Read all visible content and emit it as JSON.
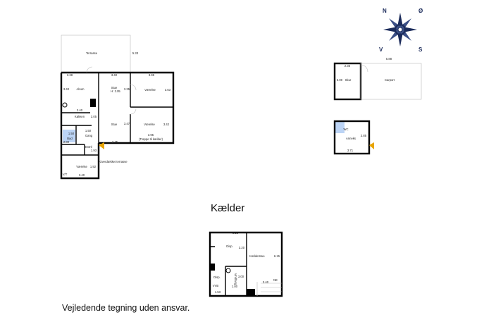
{
  "main_house": {
    "terrace": {
      "label": "Terrasse",
      "dim": "5.33"
    },
    "top_dims": [
      "3.38",
      "3.40",
      "3.95"
    ],
    "alrum": {
      "label": "Alrum",
      "dim": "3.40"
    },
    "stue_top": {
      "label": "Stue",
      "height": "H: 3.05",
      "dim": "3.35"
    },
    "vaerelse_1": {
      "label": "Værelse",
      "dim": "3.63"
    },
    "koekken": {
      "label": "Køkken",
      "dim_w": "3.40",
      "dim_h": "3.05"
    },
    "gang": {
      "label": "Gang",
      "dim": "1.50"
    },
    "bad": {
      "label": "Bad",
      "dim_w": "1.50",
      "dim_h": "2.80"
    },
    "stue_bottom": {
      "label": "Stue",
      "dim": "3.47",
      "dim_w": "2.45"
    },
    "vaerelse_2": {
      "label": "Værelse",
      "dim": "3.42",
      "dim_w": "3.95",
      "note": "(Trappe til kælder)"
    },
    "entre": {
      "label": "Entré",
      "dim": "1.93"
    },
    "covered_terrace": "Overdækket terrasse",
    "vaerelse_3": {
      "label": "Værelse",
      "dim": "1.92",
      "dim_w": "3.40"
    },
    "vt": "V/T"
  },
  "outbuildings": {
    "carport_dim": "5.88",
    "skur": {
      "label": "Skur",
      "dim_w": "2.36",
      "dim_h": "3.00"
    },
    "carport": "Carport",
    "anneks": {
      "label": "Anneks",
      "wc": "WC",
      "dim_h": "2.85",
      "dim_w": "3.71"
    }
  },
  "compass": {
    "n": "N",
    "e": "Ø",
    "s": "S",
    "w": "V",
    "color": "#1a2a5a"
  },
  "basement": {
    "title": "Kælder",
    "top_dim": "3.15",
    "disp_1": {
      "label": "Disp.",
      "dim": "3.20"
    },
    "kaelderstue": {
      "label": "Kælderstue",
      "dim": "6.15"
    },
    "vindfang": {
      "label": "Vindfang",
      "dim_h": "3.00",
      "dim_w": "1.80"
    },
    "disp_2": {
      "label": "Disp.",
      "dim": "1.53",
      "vvb": "VVB"
    },
    "stair_dim": "3.40",
    "stair_label": "NE"
  },
  "disclaimer": "Vejledende tegning uden ansvar.",
  "colors": {
    "bathroom": "#bcd4f5",
    "door_arrow": "#e8a400"
  }
}
